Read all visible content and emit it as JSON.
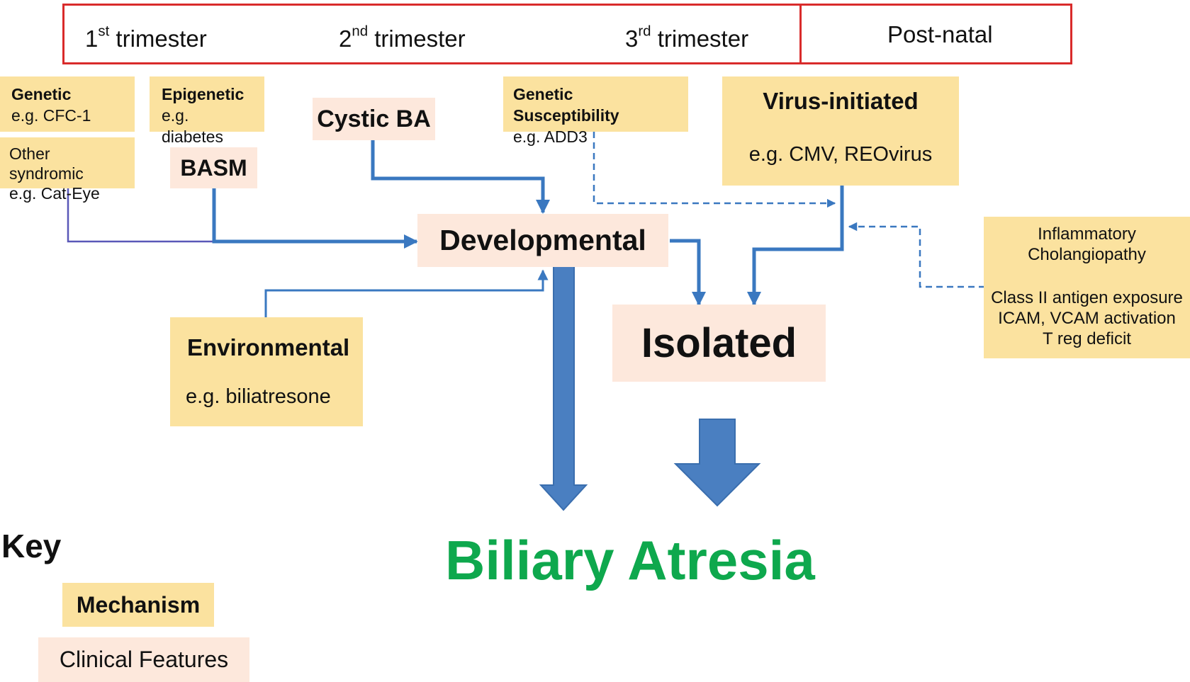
{
  "timeline": {
    "tri1_num": "1",
    "tri1_sup": "st",
    "tri1_word": " trimester",
    "tri2_num": "2",
    "tri2_sup": "nd",
    "tri2_word": " trimester",
    "tri3_num": "3",
    "tri3_sup": "rd",
    "tri3_word": " trimester",
    "postnatal": "Post-natal"
  },
  "nodes": {
    "genetic": {
      "title": "Genetic",
      "example": "e.g. CFC-1"
    },
    "epigenetic": {
      "title": "Epigenetic",
      "example": "e.g. diabetes"
    },
    "other_syndromic": {
      "line1": "Other syndromic",
      "line2": "e.g. Cat-Eye"
    },
    "basm": {
      "title": "BASM"
    },
    "cystic_ba": {
      "title": "Cystic BA"
    },
    "genetic_susceptibility": {
      "title": "Genetic Susceptibility",
      "example": "e.g. ADD3"
    },
    "virus_initiated": {
      "title": "Virus-initiated",
      "example": "e.g. CMV, REOvirus"
    },
    "developmental": {
      "title": "Developmental"
    },
    "inflammatory": {
      "line1": "Inflammatory",
      "line2": "Cholangiopathy",
      "line3": "Class II antigen exposure",
      "line4": "ICAM, VCAM activation",
      "line5": "T reg deficit"
    },
    "environmental": {
      "title": "Environmental",
      "example": "e.g. biliatresone"
    },
    "isolated": {
      "title": "Isolated"
    },
    "biliary_atresia": {
      "title": "Biliary Atresia"
    }
  },
  "key": {
    "title": "Key",
    "mechanism": "Mechanism",
    "clinical": "Clinical Features"
  },
  "colors": {
    "mechanism_fill": "#fbe29f",
    "clinical_fill": "#fde8dc",
    "arrow_blue": "#3a78c0",
    "timeline_red": "#d92b2b",
    "outcome_green": "#0ea84d",
    "purple_line": "#5a58b8"
  }
}
